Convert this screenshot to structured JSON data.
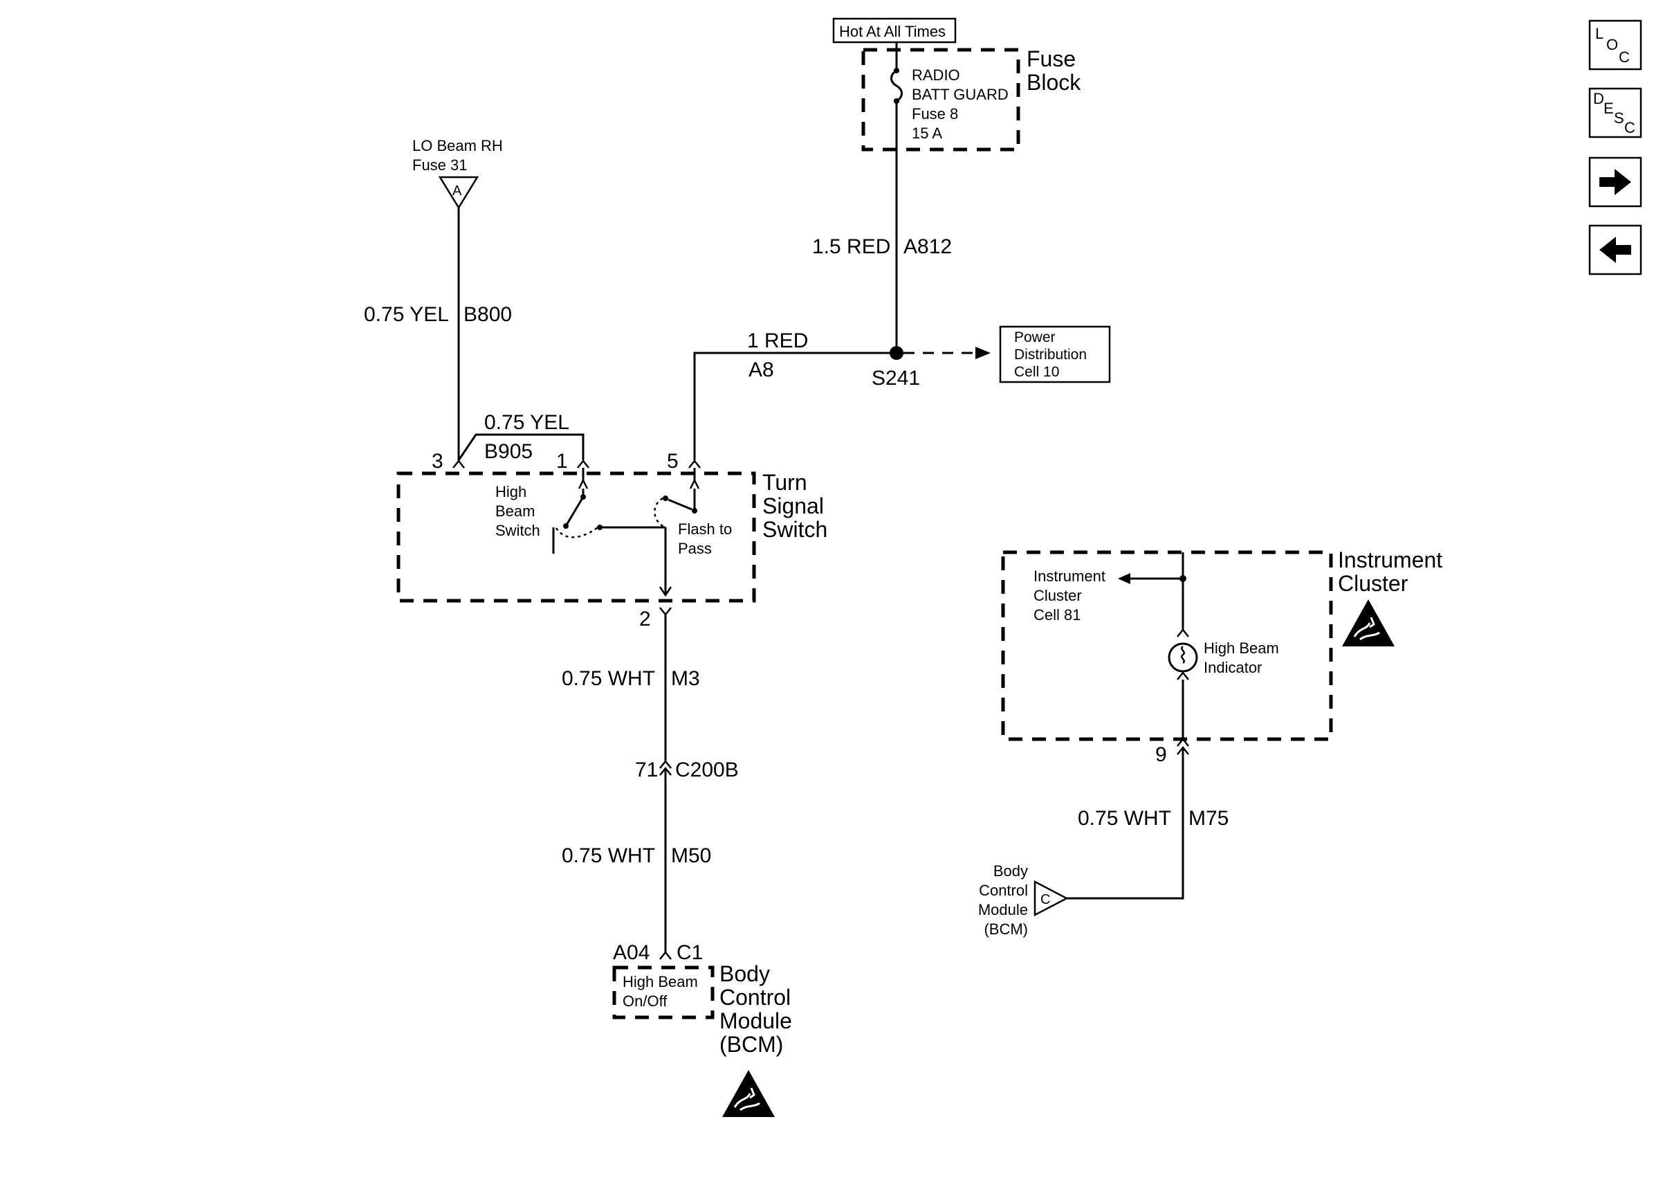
{
  "nav": {
    "loc": [
      "L",
      "O",
      "C"
    ],
    "desc": [
      "D",
      "E",
      "S",
      "C"
    ],
    "next_icon": "arrow-right-icon",
    "prev_icon": "arrow-left-icon"
  },
  "fuse_block": {
    "hot_label": "Hot At All Times",
    "title_line1": "Fuse",
    "title_line2": "Block",
    "fuse_line1": "RADIO",
    "fuse_line2": "BATT GUARD",
    "fuse_line3": "Fuse 8",
    "fuse_line4": "15 A"
  },
  "wires": {
    "a812_gauge": "1.5 RED",
    "a812_circuit": "A812",
    "b800_gauge": "0.75 YEL",
    "b800_circuit": "B800",
    "a8_gauge": "1 RED",
    "a8_circuit": "A8",
    "b905_gauge": "0.75 YEL",
    "b905_circuit": "B905",
    "m3_gauge": "0.75 WHT",
    "m3_circuit": "M3",
    "m50_gauge": "0.75 WHT",
    "m50_circuit": "M50",
    "m75_gauge": "0.75 WHT",
    "m75_circuit": "M75"
  },
  "splice": "S241",
  "power_distribution": [
    "Power",
    "Distribution",
    "Cell 10"
  ],
  "lo_beam": {
    "line1": "LO Beam RH",
    "line2": "Fuse 31",
    "conn": "A"
  },
  "turn_signal": {
    "title": [
      "Turn",
      "Signal",
      "Switch"
    ],
    "pin3": "3",
    "pin1": "1",
    "pin5": "5",
    "pin2": "2",
    "high_beam": [
      "High",
      "Beam",
      "Switch"
    ],
    "flash": [
      "Flash to",
      "Pass"
    ]
  },
  "c200b": {
    "pin": "71",
    "name": "C200B"
  },
  "bcm": {
    "pin": "A04",
    "conn": "C1",
    "inner": [
      "High Beam",
      "On/Off"
    ],
    "title": [
      "Body",
      "Control",
      "Module",
      "(BCM)"
    ]
  },
  "instrument_cluster": {
    "title": [
      "Instrument",
      "Cluster"
    ],
    "ref": [
      "Instrument",
      "Cluster",
      "Cell 81"
    ],
    "indicator": [
      "High Beam",
      "Indicator"
    ],
    "pin": "9"
  },
  "bcm_ref": {
    "label": [
      "Body",
      "Control",
      "Module",
      "(BCM)"
    ],
    "conn": "C"
  },
  "icons": {
    "esd": "esd-warning-icon"
  }
}
